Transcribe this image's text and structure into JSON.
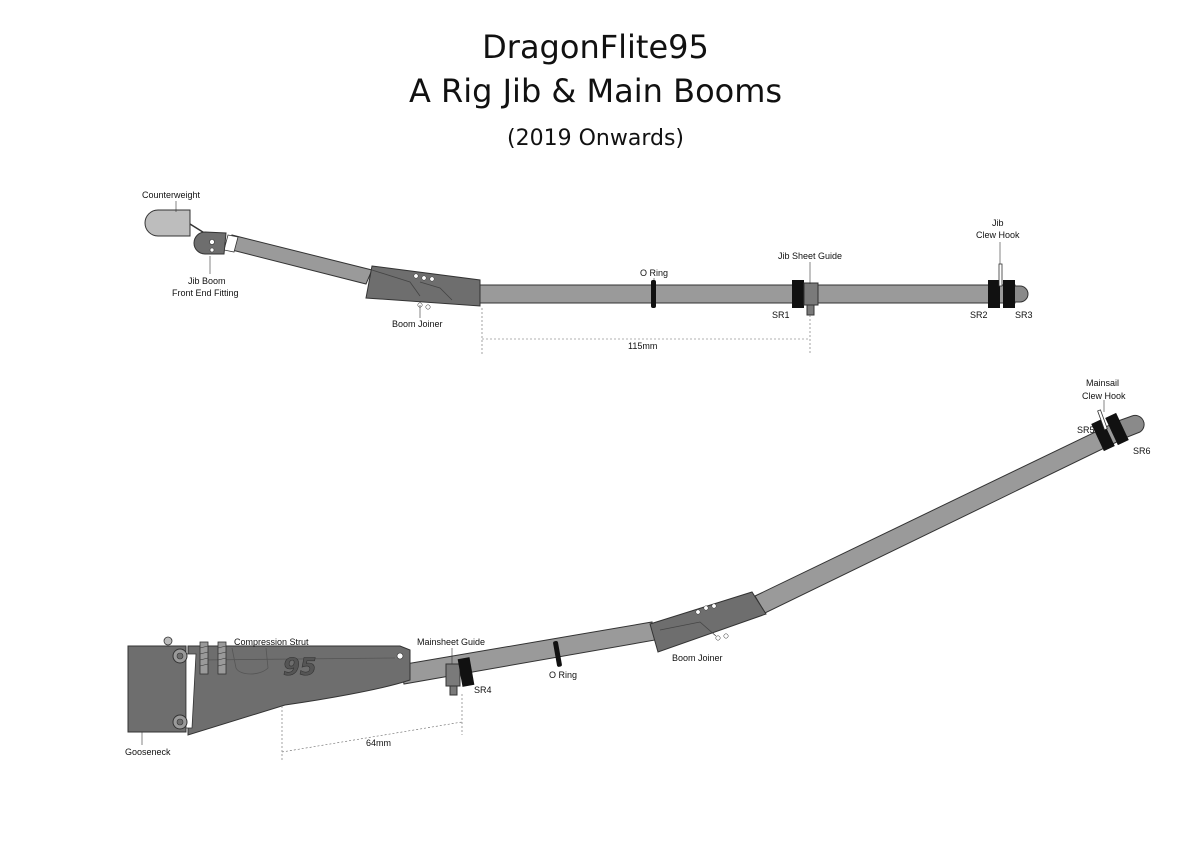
{
  "title": {
    "line1": "DragonFlite95",
    "line2": "A Rig Jib & Main Booms",
    "line3": "(2019 Onwards)"
  },
  "jib_boom": {
    "counterweight": "Counterweight",
    "front_fitting_1": "Jib Boom",
    "front_fitting_2": "Front End Fitting",
    "boom_joiner": "Boom Joiner",
    "o_ring": "O Ring",
    "sheet_guide": "Jib Sheet Guide",
    "clew_hook_1": "Jib",
    "clew_hook_2": "Clew Hook",
    "sr1": "SR1",
    "sr2": "SR2",
    "sr3": "SR3",
    "dimension": "115mm"
  },
  "main_boom": {
    "clew_hook_1": "Mainsail",
    "clew_hook_2": "Clew Hook",
    "sr5": "SR5",
    "sr6": "SR6",
    "compression_strut": "Compression Strut",
    "sheet_guide": "Mainsheet Guide",
    "sr4": "SR4",
    "o_ring": "O Ring",
    "boom_joiner": "Boom Joiner",
    "gooseneck": "Gooseneck",
    "dimension": "64mm",
    "logo_text": "95"
  },
  "colors": {
    "tube": "#9a9a9a",
    "fitting": "#6e6e6e",
    "ring": "#111111",
    "outline": "#333333"
  }
}
